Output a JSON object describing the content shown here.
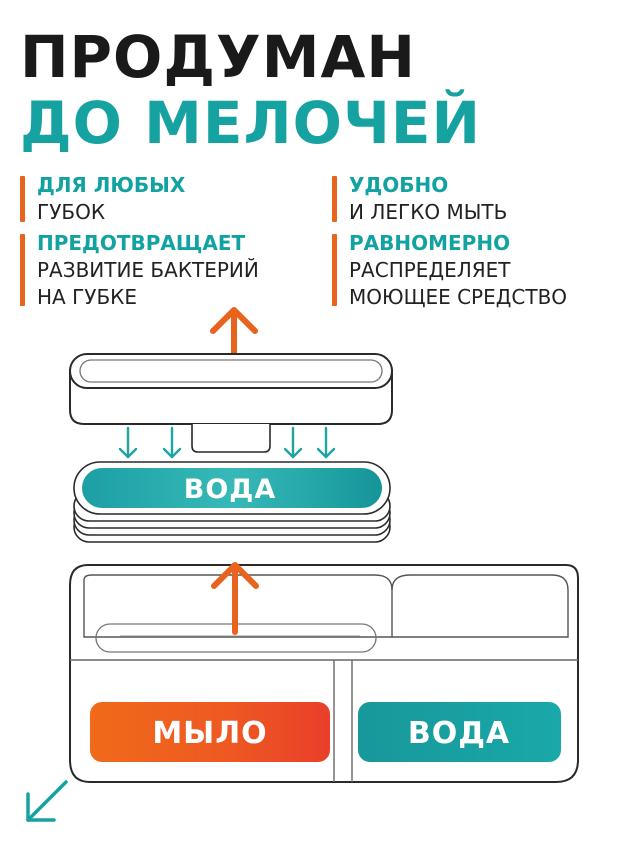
{
  "headline": {
    "line1": "ПРОДУМАН",
    "line2": "ДО МЕЛОЧЕЙ"
  },
  "features": [
    {
      "title": "ДЛЯ ЛЮБЫХ",
      "lines": [
        "ГУБОК"
      ]
    },
    {
      "title": "УДОБНО",
      "lines": [
        "И ЛЕГКО МЫТЬ"
      ]
    },
    {
      "title": "ПРЕДОТВРАЩАЕТ",
      "lines": [
        "РАЗВИТИЕ БАКТЕРИЙ",
        "НА ГУБКЕ"
      ]
    },
    {
      "title": "РАВНОМЕРНО",
      "lines": [
        "РАСПРЕДЕЛЯЕТ",
        "МОЮЩЕЕ СРЕДСТВО"
      ]
    }
  ],
  "diagram": {
    "tray_label": "ВОДА",
    "soap_label": "МЫЛО",
    "water_label": "ВОДА"
  },
  "colors": {
    "teal": "#17a2a2",
    "orange": "#e8631d",
    "dark": "#1a1a1a"
  },
  "icons": {
    "corner": "arrow-down-left-icon"
  }
}
